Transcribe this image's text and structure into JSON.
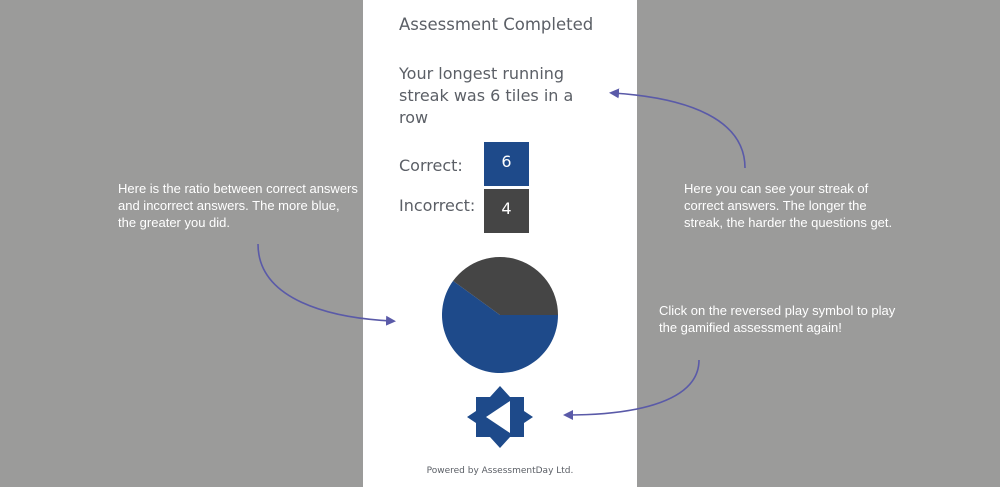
{
  "result": {
    "title": "Assessment Completed",
    "streak_text": "Your longest running streak was 6 tiles in a row",
    "correct_label": "Correct:",
    "correct_count": "6",
    "incorrect_label": "Incorrect:",
    "incorrect_count": "4",
    "footer": "Powered by AssessmentDay Ltd."
  },
  "chart_data": {
    "type": "pie",
    "slices": [
      {
        "name": "Correct",
        "value": 6,
        "color": "#1e4a8a"
      },
      {
        "name": "Incorrect",
        "value": 4,
        "color": "#454545"
      }
    ]
  },
  "annotations": {
    "ratio_note": "Here is the ratio between correct answers and incorrect answers. The more blue, the greater you did.",
    "streak_note": "Here you can see your streak of correct answers. The longer the streak, the harder the questions get.",
    "replay_note": "Click on the reversed play symbol to play the gamified assessment again!"
  },
  "colors": {
    "correct": "#1e4a8a",
    "incorrect": "#454545",
    "arrow": "#5a5aa8",
    "background": "#9b9b9a"
  },
  "icons": {
    "replay": "reversed-play-icon"
  }
}
